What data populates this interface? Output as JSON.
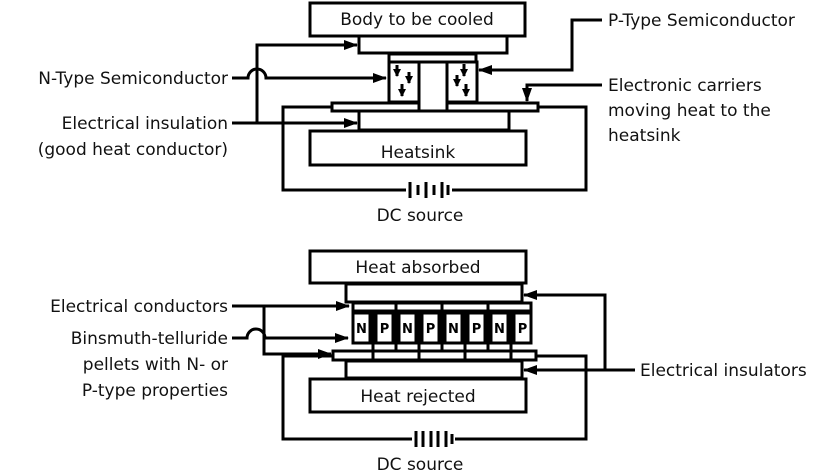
{
  "top_diagram": {
    "body_label": "Body to be cooled",
    "heatsink_label": "Heatsink",
    "source_label": "DC source",
    "callouts": {
      "n_type": "N-Type Semiconductor",
      "insulation_line1": "Electrical insulation",
      "insulation_line2": "(good heat conductor)",
      "p_type": "P-Type Semiconductor",
      "carriers_line1": "Electronic carriers",
      "carriers_line2": "moving heat to the",
      "carriers_line3": "heatsink"
    }
  },
  "bottom_diagram": {
    "absorbed_label": "Heat absorbed",
    "rejected_label": "Heat rejected",
    "source_label": "DC source",
    "pellets": [
      "N",
      "P",
      "N",
      "P",
      "N",
      "P",
      "N",
      "P"
    ],
    "callouts": {
      "conductors": "Electrical conductors",
      "pellets_line1": "Binsmuth-telluride",
      "pellets_line2": "pellets with N- or",
      "pellets_line3": "P-type properties",
      "insulators": "Electrical insulators"
    }
  }
}
